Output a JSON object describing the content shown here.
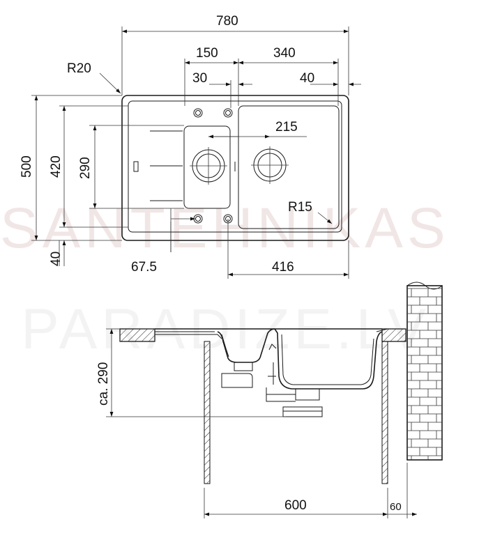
{
  "watermark": {
    "line1": "SANTEHNIKAS",
    "line2": "PARADIZE.LV"
  },
  "plan_dims": {
    "overall_width": "780",
    "bowl_block": "150",
    "right_block": "340",
    "offset_30": "30",
    "offset_40": "40",
    "corner_radius": "R20",
    "total_depth": "500",
    "inner_depth": "420",
    "bowl_depth": "290",
    "bowl_width": "215",
    "bowl_radius": "R15",
    "front_margin": "40",
    "drain_offset": "67.5",
    "bowl_span": "416"
  },
  "section_dims": {
    "depth": "ca. 290",
    "cabinet_width": "600",
    "wall_gap": "60"
  }
}
